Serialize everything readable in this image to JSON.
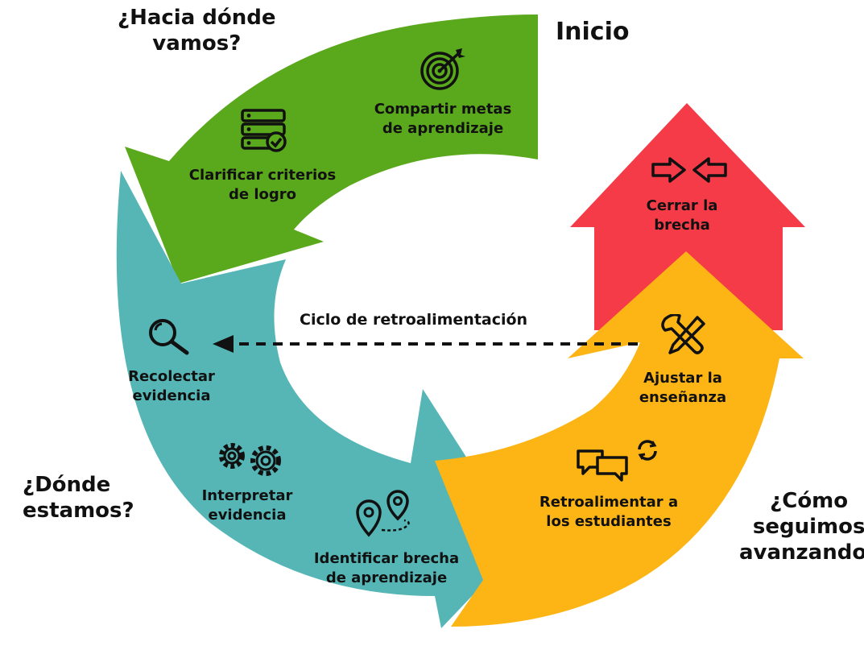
{
  "start_label": "Inicio",
  "questions": {
    "where_going": [
      "¿Hacia dónde",
      "vamos?"
    ],
    "where_now": [
      "¿Dónde",
      "estamos?"
    ],
    "how_forward": [
      "¿Cómo",
      "seguimos",
      "avanzando?"
    ]
  },
  "feedback_loop_label": "Ciclo de retroalimentación",
  "steps": {
    "share_goals": [
      "Compartir metas",
      "de aprendizaje"
    ],
    "clarify_criteria": [
      "Clarificar criterios",
      "de logro"
    ],
    "collect_evidence": [
      "Recolectar",
      "evidencia"
    ],
    "interpret_evidence": [
      "Interpretar",
      "evidencia"
    ],
    "identify_gap": [
      "Identificar brecha",
      "de aprendizaje"
    ],
    "give_feedback": [
      "Retroalimentar a",
      "los estudiantes"
    ],
    "adjust_teaching": [
      "Ajustar la",
      "enseñanza"
    ],
    "close_gap": [
      "Cerrar la",
      "brecha"
    ]
  },
  "colors": {
    "green": "#5aa81c",
    "teal": "#56b6b6",
    "yellow": "#fdb515",
    "red": "#f43b47",
    "ink": "#111111"
  }
}
